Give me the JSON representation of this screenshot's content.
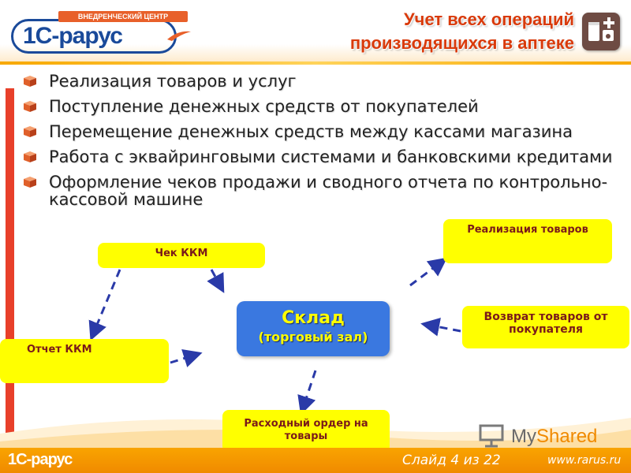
{
  "header": {
    "logo_top": "ВНЕДРЕНЧЕСКИЙ ЦЕНТР",
    "logo_main": "1С-рарус",
    "title_line1": "Учет всех операций",
    "title_line2": "производящихся в аптеке"
  },
  "bullets": [
    "Реализация товаров и услуг",
    "Поступление денежных средств от покупателей",
    "Перемещение денежных средств между кассами магазина",
    "Работа с эквайринговыми системами и банковскими кредитами",
    "Оформление чеков продажи и сводного отчета по контрольно-кассовой машине"
  ],
  "diagram": {
    "center_main": "Склад",
    "center_sub": "(торговый зал)",
    "box_check": "Чек ККМ",
    "box_sales": "Реализация товаров",
    "box_return": "Возврат товаров от покупателя",
    "box_report": "Отчет ККМ",
    "box_order": "Расходный ордер на товары"
  },
  "footer": {
    "logo": "1С-рарус",
    "slide_number": "Слайд 4 из 22",
    "site": "www.rarus.ru",
    "watermark_a": "My",
    "watermark_b": "Shared"
  },
  "colors": {
    "title": "#d93a0b",
    "box_fill": "#ffff00",
    "box_text": "#7a1a1a",
    "center_fill": "#3a78e0",
    "arrow": "#2a3aa8",
    "footer": "#f08a00"
  }
}
